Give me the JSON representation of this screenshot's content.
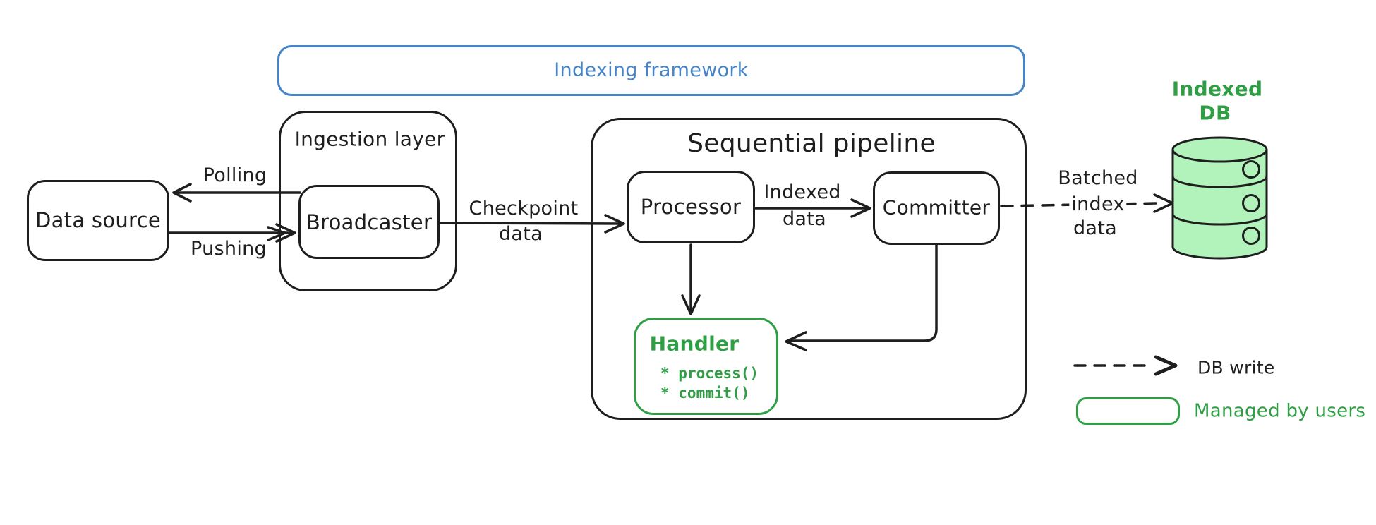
{
  "diagram": {
    "frame": {
      "label": "Indexing framework"
    },
    "nodes": {
      "data_source": {
        "label": "Data source"
      },
      "ingestion": {
        "label": "Ingestion layer"
      },
      "broadcaster": {
        "label": "Broadcaster"
      },
      "pipeline": {
        "label": "Sequential pipeline"
      },
      "processor": {
        "label": "Processor"
      },
      "committer": {
        "label": "Committer"
      },
      "handler": {
        "title": "Handler",
        "methods": [
          "* process()",
          "* commit()"
        ]
      },
      "indexed_db": {
        "label_line1": "Indexed",
        "label_line2": "DB"
      }
    },
    "edges": {
      "polling": {
        "label": "Polling"
      },
      "pushing": {
        "label": "Pushing"
      },
      "checkpoint": {
        "line1": "Checkpoint",
        "line2": "data"
      },
      "indexed": {
        "line1": "Indexed",
        "line2": "data"
      },
      "batched": {
        "line1": "Batched",
        "line2": "index",
        "line3": "data"
      }
    },
    "legend": {
      "db_write": {
        "label": "DB write"
      },
      "managed_by_users": {
        "label": "Managed by users"
      }
    },
    "colors": {
      "ink": "#1e1e1e",
      "blue": "#4584c7",
      "green": "#2f9e44",
      "green_fill": "#b2f2bb",
      "background": "#ffffff"
    }
  }
}
